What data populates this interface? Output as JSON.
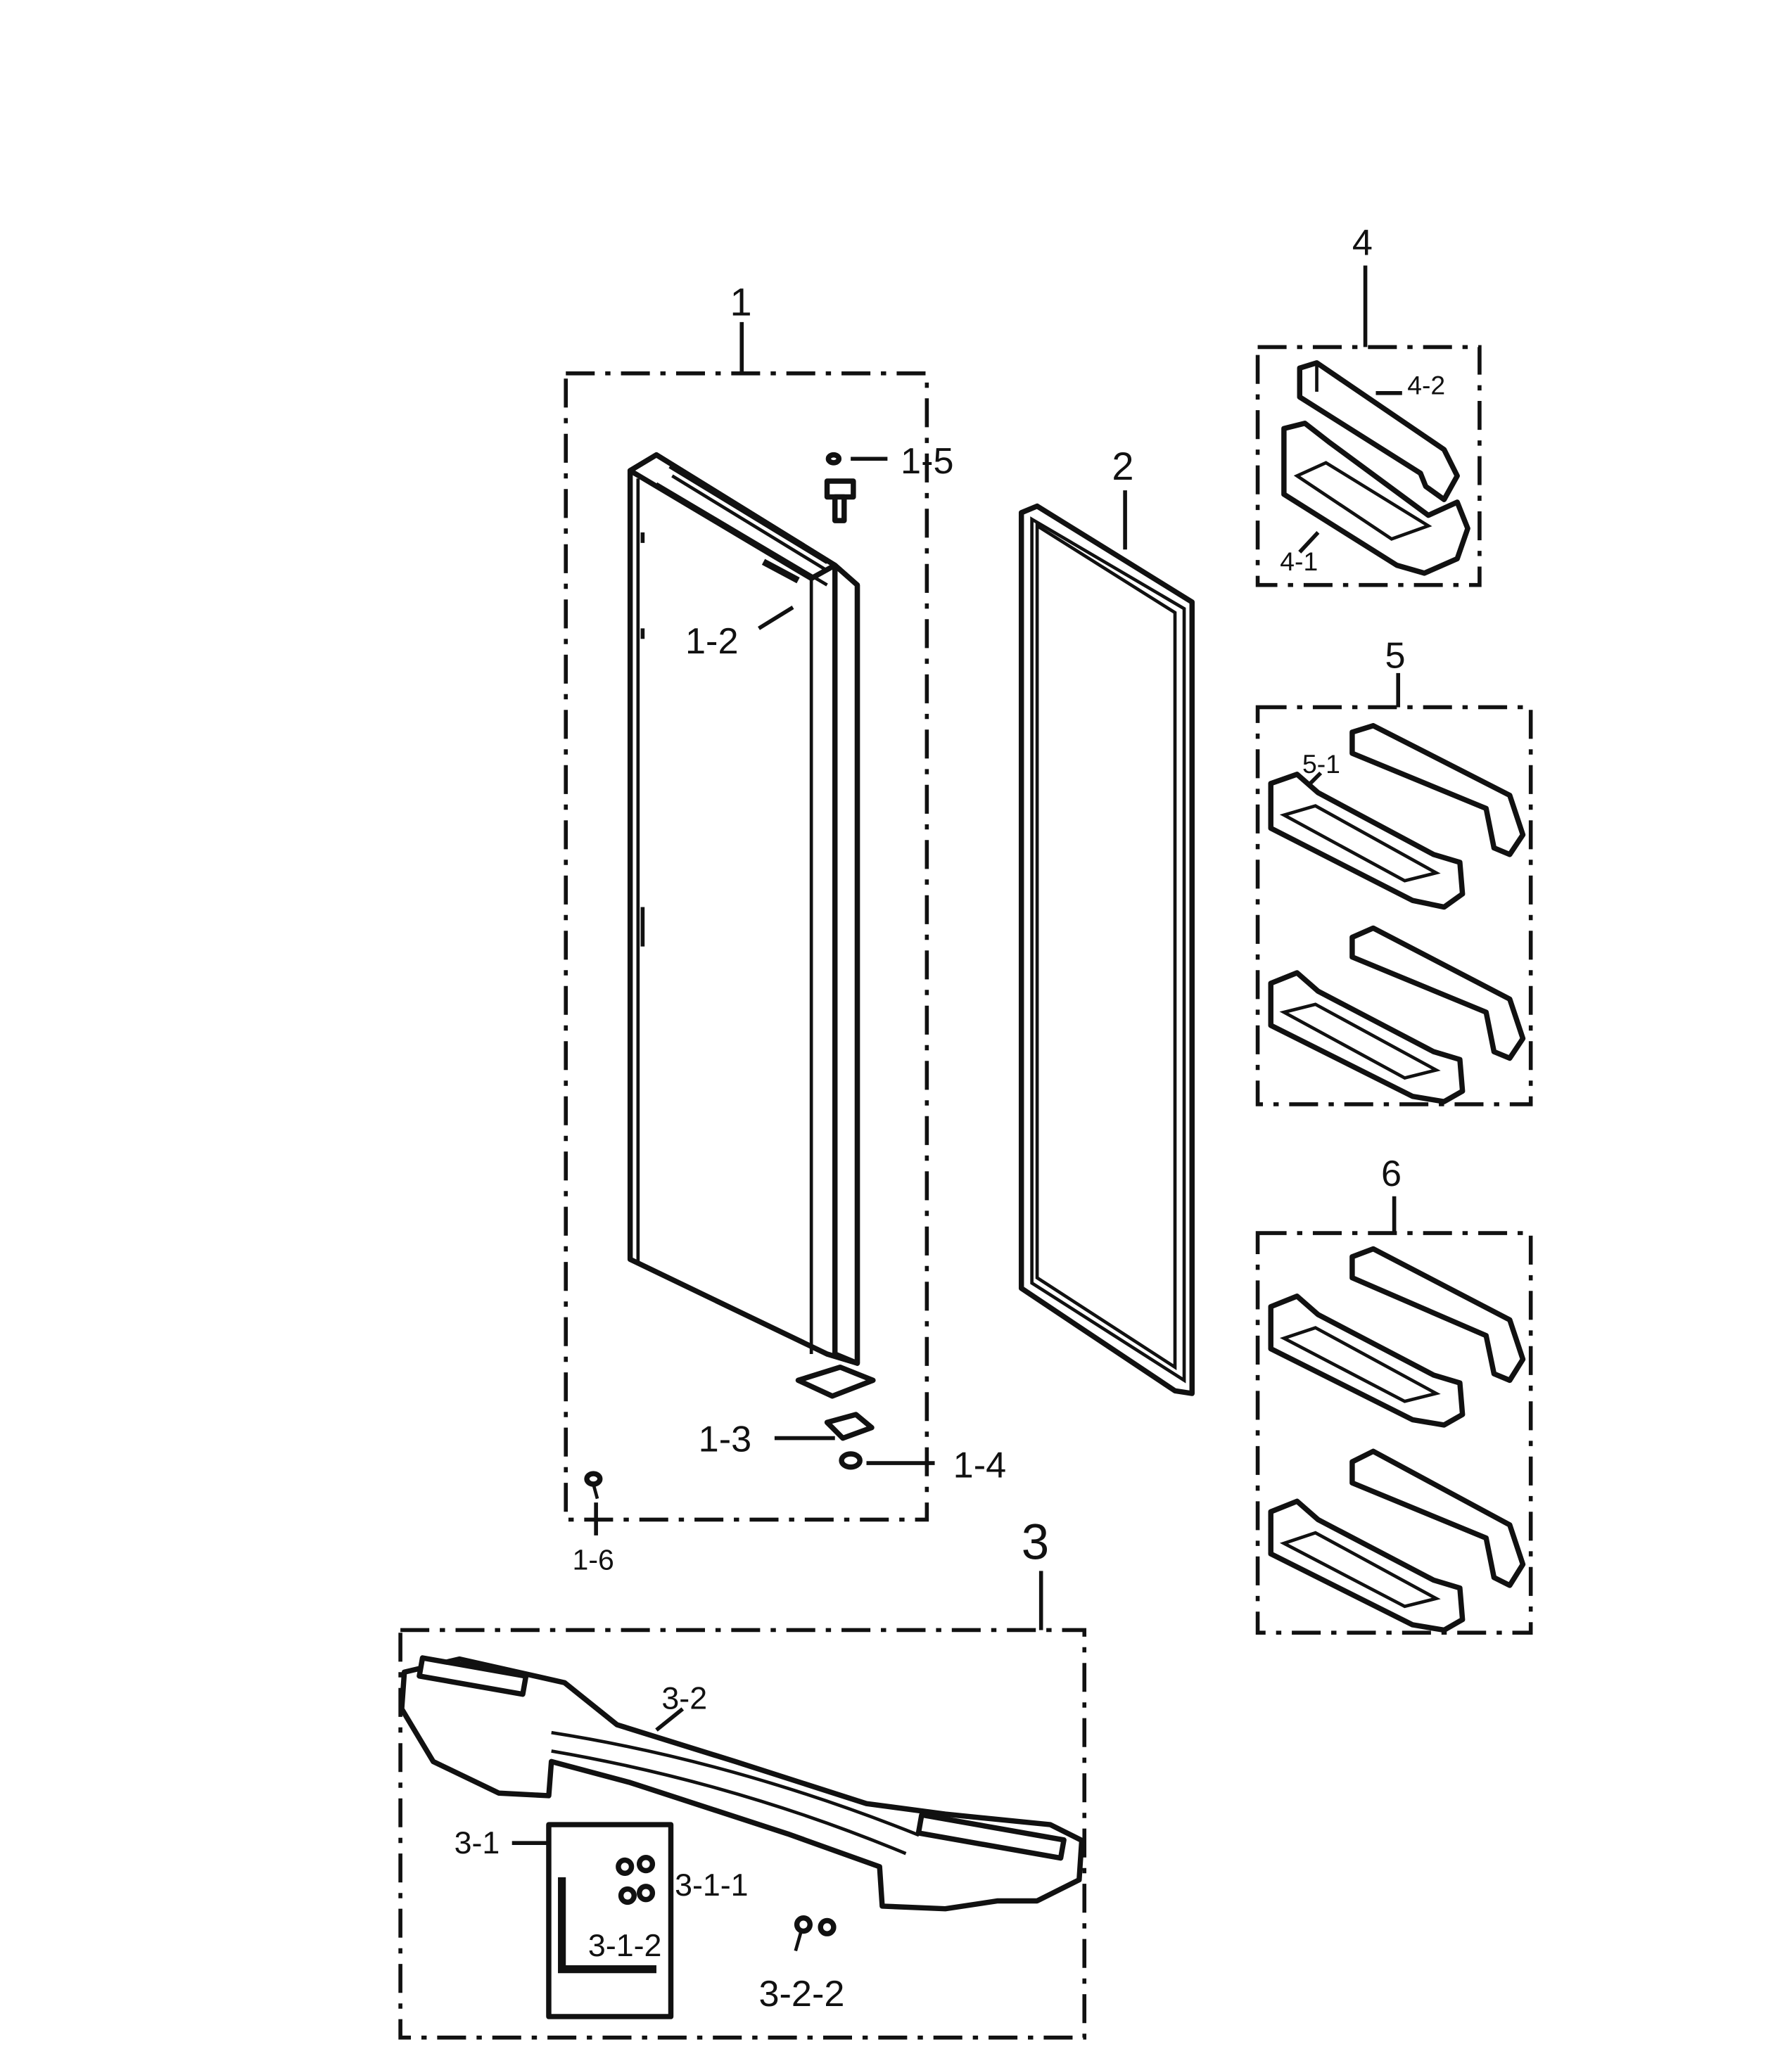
{
  "labels": {
    "a1": "1",
    "a1_5": "1-5",
    "a1_2": "1-2",
    "a1_3": "1-3",
    "a1_4": "1-4",
    "a1_6": "1-6",
    "a2": "2",
    "a3": "3",
    "a3_2": "3-2",
    "a3_1": "3-1",
    "a3_1_1": "3-1-1",
    "a3_1_2": "3-1-2",
    "a3_2_2": "3-2-2",
    "a4": "4",
    "a4_2": "4-2",
    "a4_1": "4-1",
    "a5": "5",
    "a5_1": "5-1",
    "a6": "6"
  }
}
